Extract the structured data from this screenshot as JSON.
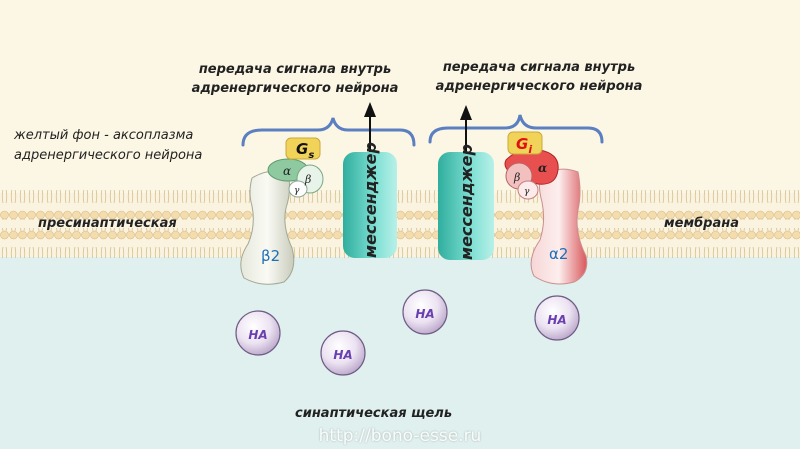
{
  "labels": {
    "signal_left_line1": "передача сигнала внутрь",
    "signal_left_line2": "адренергического нейрона",
    "signal_right_line1": "передача сигнала внутрь",
    "signal_right_line2": "адренергического нейрона",
    "note_line1": "желтый фон - аксоплазма",
    "note_line2": "адренергического нейрона",
    "membrane_left": "пресинаптическая",
    "membrane_right": "мембрана",
    "cleft": "синаптическая щель",
    "watermark": "http://bono-esse.ru"
  },
  "proteins": {
    "gs_main": "G",
    "gs_sub": "s",
    "gi_main": "G",
    "gi_sub": "i",
    "alpha": "α",
    "beta": "β",
    "gamma": "γ",
    "receptor_left": "β2",
    "receptor_right": "α2",
    "messenger_left": "мессенджер",
    "messenger_right": "мессенджер",
    "ligand": "НА"
  },
  "colors": {
    "axoplasm": "#fbf7e4",
    "cleft": "#e0f0ee",
    "brace": "#5b7fc0",
    "receptor_label": "#1f6fb8",
    "ligand_label": "#6a3fb0",
    "gi_label": "#e01010",
    "messenger": "#5ccfc2",
    "gs_block": "#f2d35a"
  }
}
